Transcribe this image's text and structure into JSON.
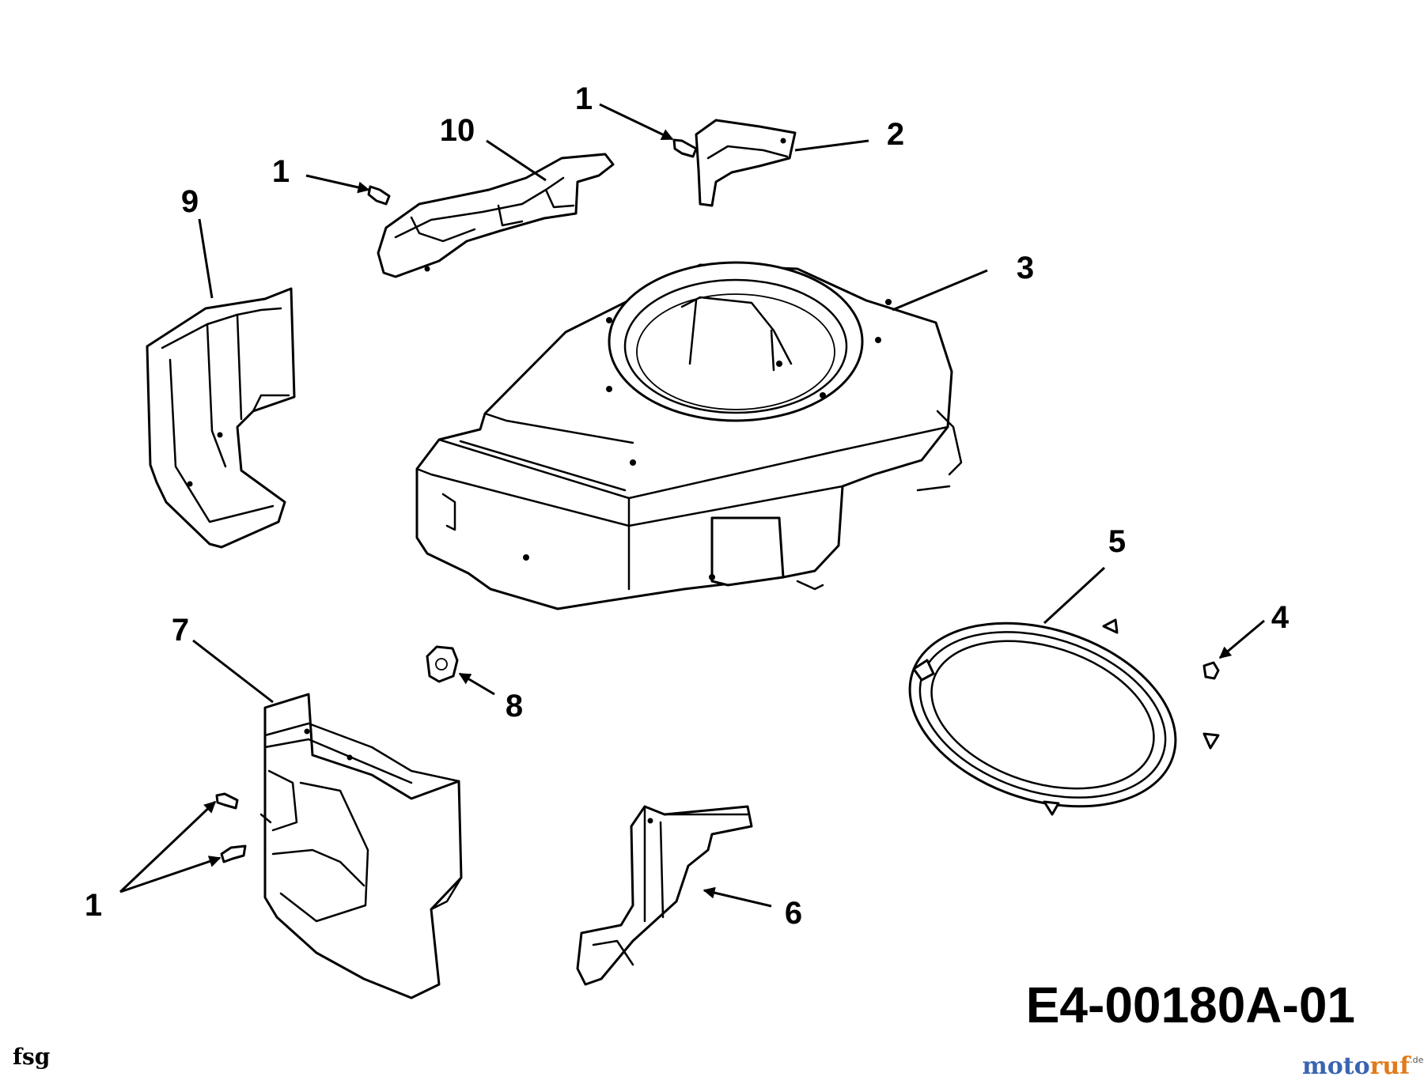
{
  "diagram": {
    "callouts": {
      "c1a": "1",
      "c1b": "1",
      "c1c": "1",
      "c2": "2",
      "c3": "3",
      "c4": "4",
      "c5": "5",
      "c6": "6",
      "c7": "7",
      "c8": "8",
      "c9": "9",
      "c10": "10"
    },
    "drawing_number": "E4-00180A-01",
    "footer_code": "fsg"
  },
  "watermark": {
    "brand_main": "motoruf",
    "brand_suffix": ".de",
    "colors": {
      "moto": "#3a64b0",
      "ruf": "#e07a1a"
    }
  }
}
